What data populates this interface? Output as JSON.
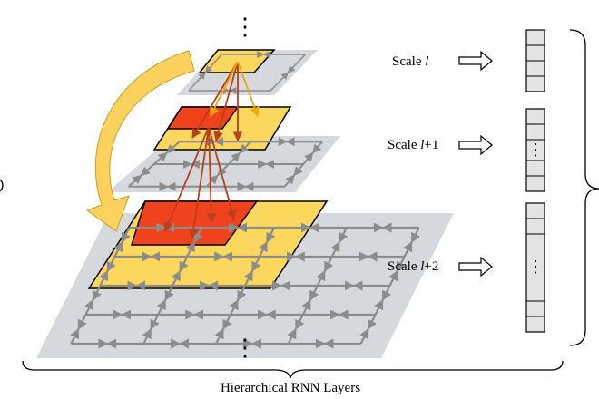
{
  "scales": [
    {
      "name": "Scale",
      "symbol": "l",
      "offset": ""
    },
    {
      "name": "Scale",
      "symbol": "l",
      "offset": "+1"
    },
    {
      "name": "Scale",
      "symbol": "l",
      "offset": "+2"
    }
  ],
  "vector_dots": [
    "⋮",
    "⋮"
  ],
  "continuation_dots": [
    "⋮",
    "⋮"
  ],
  "bottom_label": "Hierarchical RNN Layers",
  "colors": {
    "layer_fill": "#d5d8dc",
    "grid_arrow": "#8c8c8c",
    "highlight_yellow": "#fcd75e",
    "highlight_red": "#f0421c",
    "inter_arrow": "#c0501c",
    "inter_arrow_yellow": "#f5b000",
    "big_arrow": "#fcd15e",
    "vector_cell": "#e3e3e3",
    "text": "#000000"
  }
}
